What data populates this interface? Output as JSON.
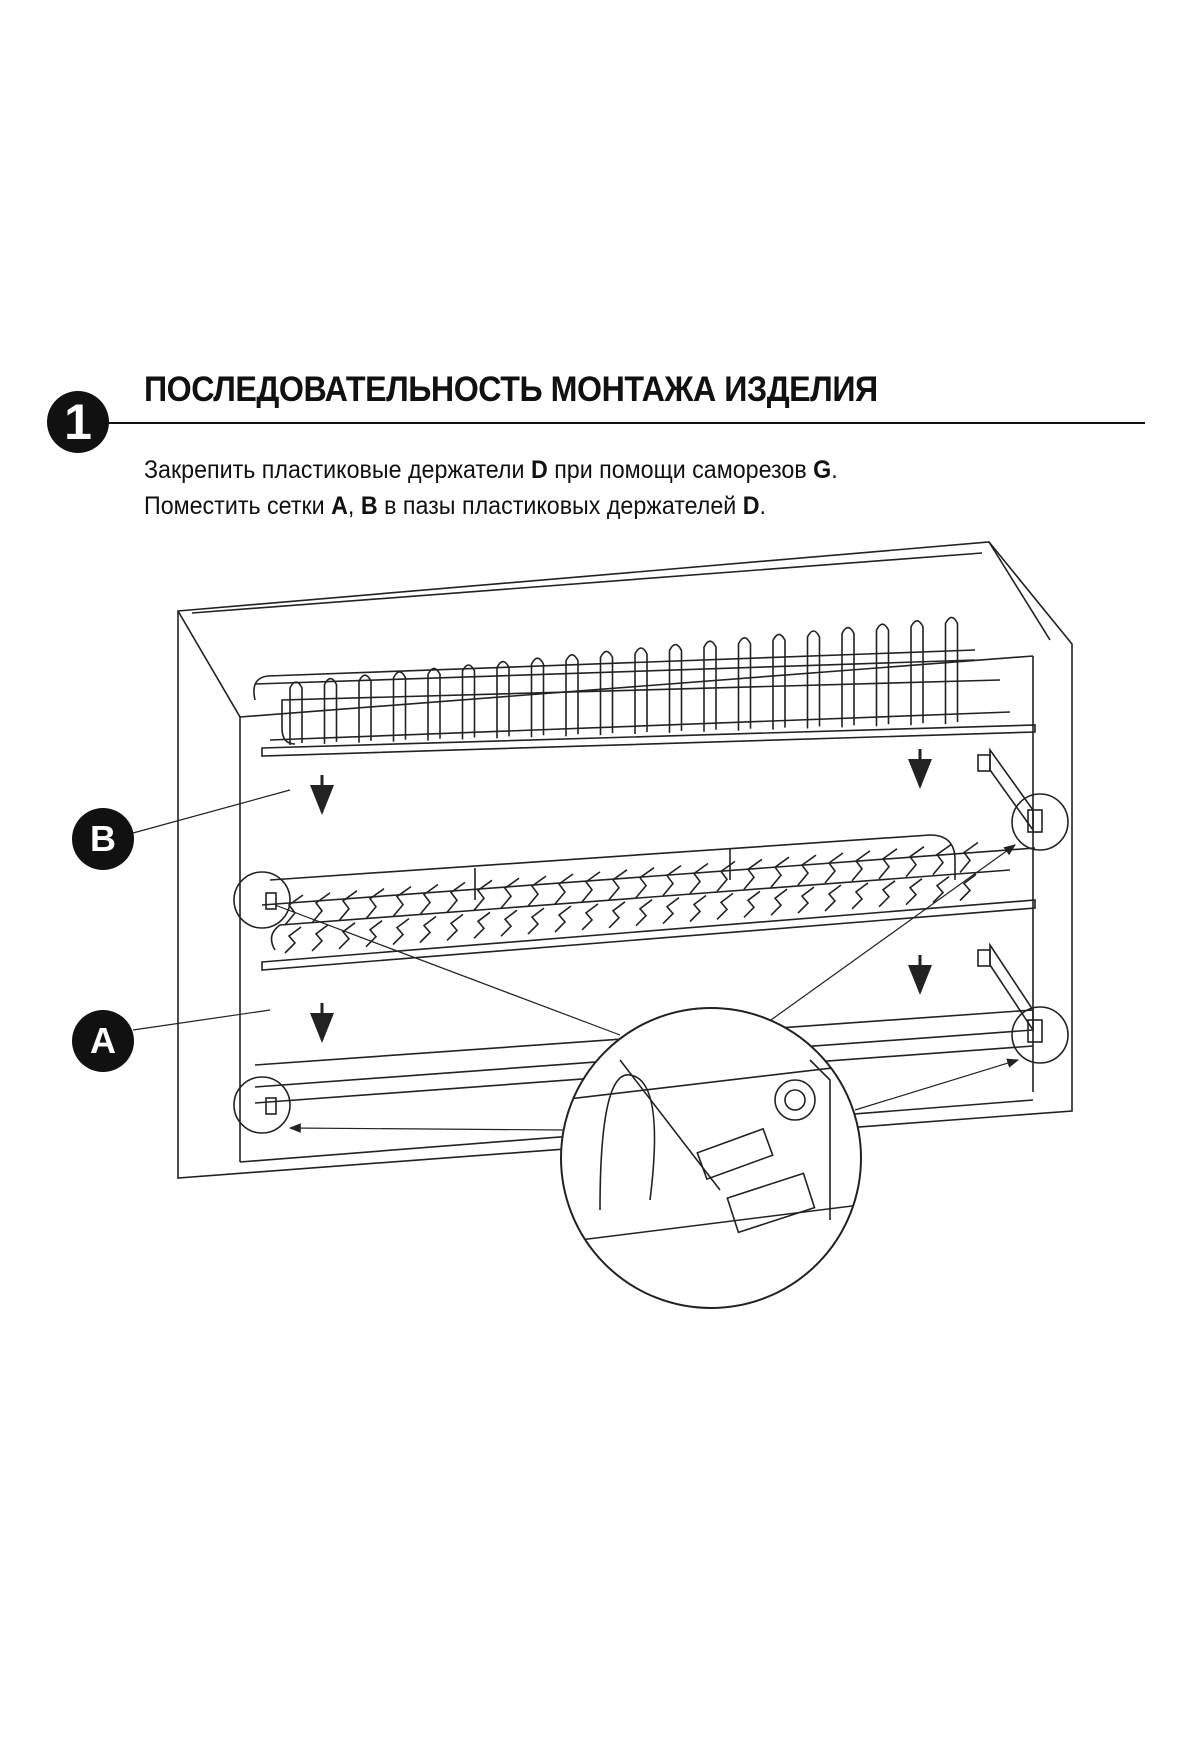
{
  "step_number": "1",
  "title": "ПОСЛЕДОВАТЕЛЬНОСТЬ МОНТАЖА ИЗДЕЛИЯ",
  "instructions": [
    {
      "parts": [
        "Закрепить пластиковые держатели ",
        "D",
        " при помощи саморезов ",
        "G",
        "."
      ]
    },
    {
      "parts": [
        "Поместить сетки ",
        "A",
        ", ",
        "B",
        " в пазы пластиковых держателей ",
        "D",
        "."
      ]
    }
  ],
  "labels": {
    "rack_upper": "B",
    "rack_lower": "A"
  }
}
